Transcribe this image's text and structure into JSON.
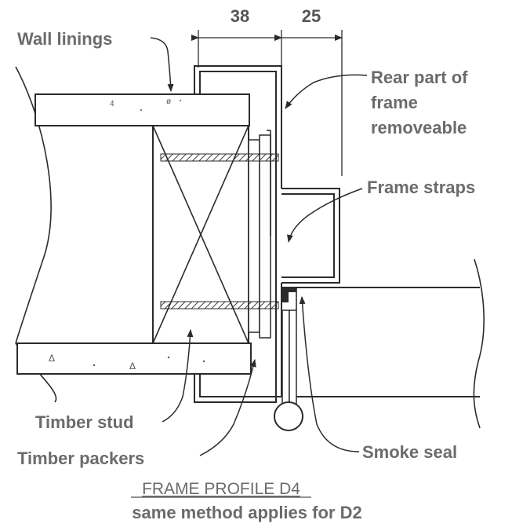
{
  "dimensions": {
    "left": "38",
    "right": "25"
  },
  "labels": {
    "wall_linings": "Wall linings",
    "rear_part_line1": "Rear part of",
    "rear_part_line2": "frame",
    "rear_part_line3": "removeable",
    "frame_straps": "Frame straps",
    "timber_stud": "Timber stud",
    "timber_packers": "Timber packers",
    "smoke_seal": "Smoke seal"
  },
  "caption": {
    "title": "FRAME PROFILE D4",
    "subtitle": "same method applies for D2"
  }
}
